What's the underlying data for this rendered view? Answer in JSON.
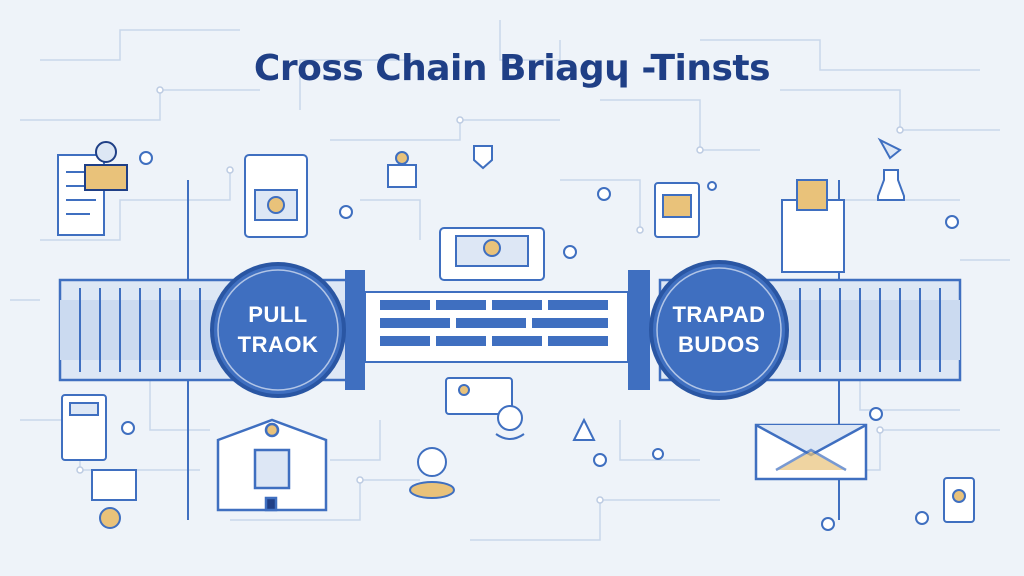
{
  "title": "Cross Chain Briagɥ -Tinsts",
  "left_node": {
    "line1": "PULL",
    "line2": "TRAOK"
  },
  "right_node": {
    "line1": "TRAPAD",
    "line2": "BUDOS"
  },
  "colors": {
    "background": "#eef3f9",
    "circuit": "#c9d7ea",
    "primary": "#3f6fc0",
    "dark": "#1f3f86",
    "light": "#dde7f5",
    "accent": "#e9c27a"
  },
  "icons": [
    "document-icon",
    "stamp-icon",
    "coin-icon",
    "monitor-icon",
    "robot-icon",
    "shield-icon",
    "server-icon",
    "tablet-icon",
    "bottle-icon",
    "calculator-icon",
    "building-icon",
    "coin-stack-icon",
    "screen-icon",
    "face-icon",
    "envelope-icon",
    "laptop-icon",
    "phone-icon"
  ]
}
